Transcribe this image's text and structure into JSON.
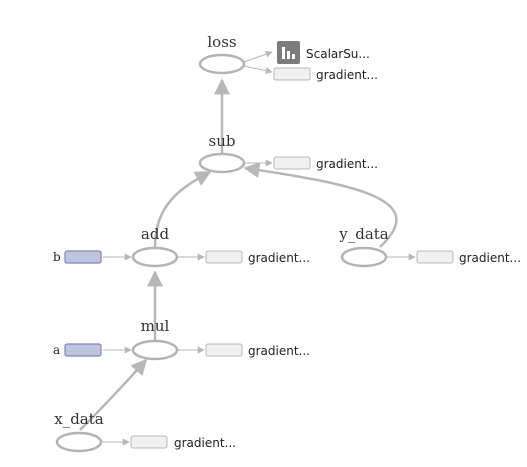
{
  "nodes": {
    "loss": {
      "label": "loss"
    },
    "sub": {
      "label": "sub"
    },
    "add": {
      "label": "add"
    },
    "mul": {
      "label": "mul"
    },
    "x_data": {
      "label": "x_data"
    },
    "y_data": {
      "label": "y_data"
    },
    "b": {
      "label": "b"
    },
    "a": {
      "label": "a"
    }
  },
  "summary": {
    "label": "ScalarSu...",
    "icon": "bar-chart-icon",
    "icon_color": "#7c7c7c"
  },
  "gradients": {
    "loss": "gradient...",
    "sub": "gradient...",
    "add": "gradient...",
    "y_data": "gradient...",
    "mul": "gradient...",
    "x_data": "gradient..."
  },
  "colors": {
    "edge": "#b7b7b7",
    "op_stroke": "#b3b3b3",
    "variable_fill": "#bcc4de",
    "gradient_fill": "#f0f0f0"
  }
}
